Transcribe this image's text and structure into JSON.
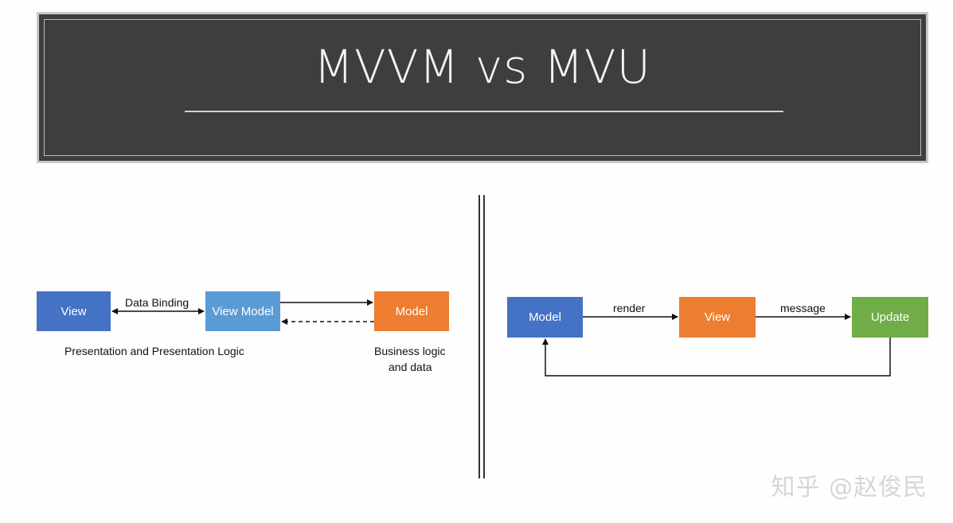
{
  "title": "MVVM vs MVU",
  "colors": {
    "title_band": "#3e3e3e",
    "blue_dark": "#4472c4",
    "blue_light": "#5b9bd5",
    "orange": "#ed7d31",
    "green": "#70ad47"
  },
  "mvvm": {
    "view": "View",
    "view_model": "View Model",
    "model": "Model",
    "binding_label": "Data Binding",
    "presentation_caption": "Presentation and Presentation Logic",
    "business_caption_line1": "Business logic",
    "business_caption_line2": "and data"
  },
  "mvu": {
    "model": "Model",
    "view": "View",
    "update": "Update",
    "render_label": "render",
    "message_label": "message"
  },
  "watermark": "知乎 @赵俊民"
}
